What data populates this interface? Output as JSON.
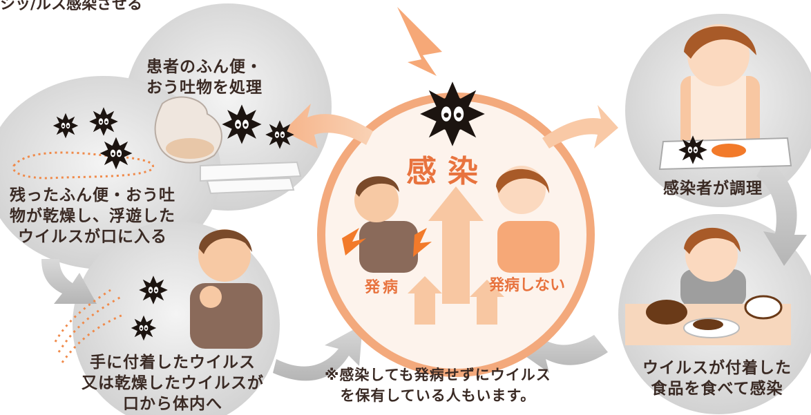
{
  "top_cut_text": "シッ/ルス感染させる",
  "center": {
    "title": "感染",
    "onset_label": "発病",
    "no_onset_label": "発病しない"
  },
  "labels": {
    "handle_waste": "患者のふん便・\nおう吐物を処理",
    "dried_waste": "残ったふん便・おう吐\n物が乾燥し、浮遊した\nウイルスが口に入る",
    "hand_virus": "手に付着したウイルス\n又は乾燥したウイルスが\n口から体内へ",
    "infected_cook": "感染者が調理",
    "food_infection": "ウイルスが付着した\n食品を食べて感染",
    "carrier_note": "※感染しても発病せずにウイルス\nを保有している人もいます。"
  },
  "colors": {
    "orange": "#e8733e",
    "peach": "#f6b48a",
    "gray_circle": "#e0e0e0",
    "virus": "#1c1410",
    "text": "#3a2a24"
  },
  "icons": [
    "virus-icon",
    "arrow-icon",
    "lightning-icon"
  ]
}
